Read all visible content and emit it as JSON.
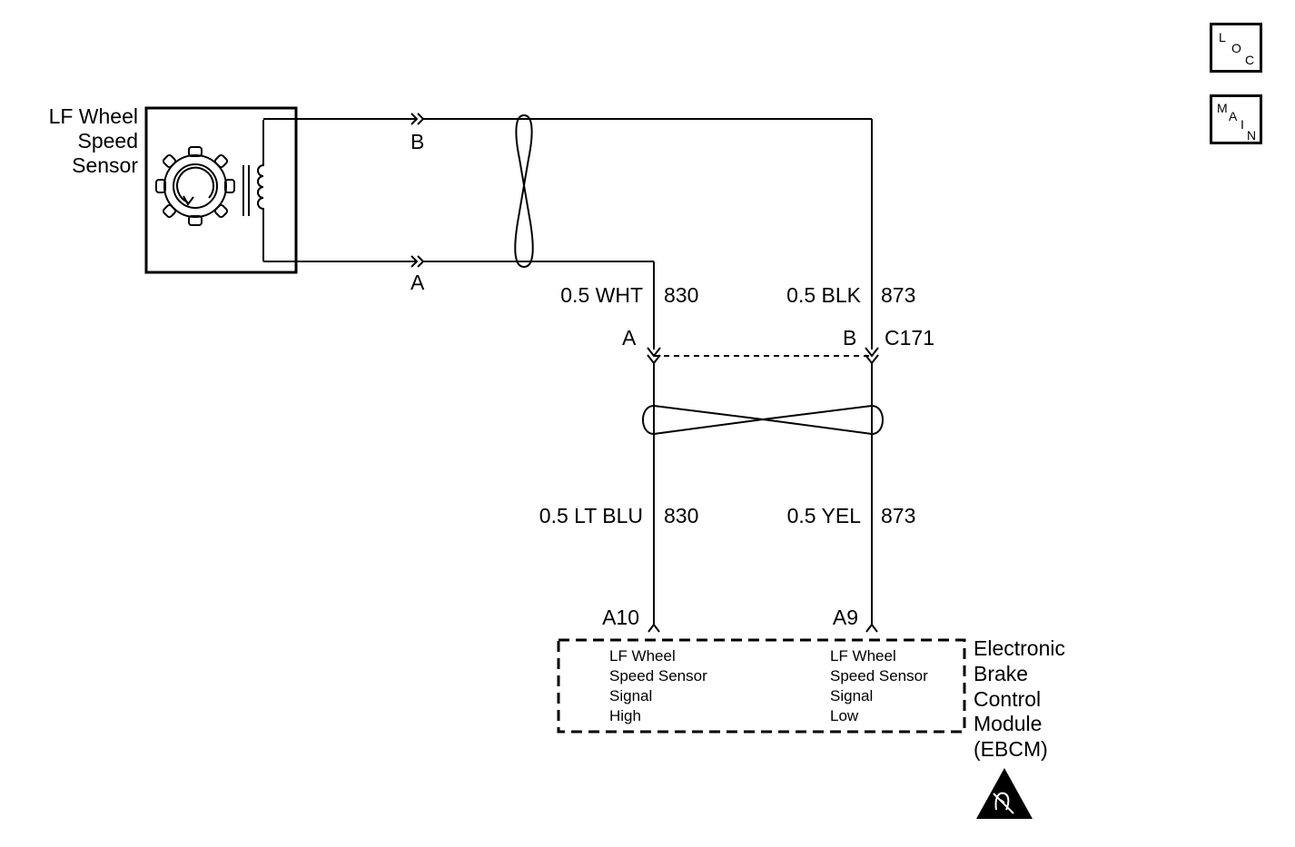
{
  "nav": {
    "loc": {
      "l1": "L",
      "l2": "O",
      "l3": "C"
    },
    "main": {
      "l1": "M",
      "l2": "A",
      "l3": "I",
      "l4": "N"
    }
  },
  "sensor": {
    "name_lines": [
      "LF Wheel",
      "Speed",
      "Sensor"
    ],
    "terminal_b": "B",
    "terminal_a": "A"
  },
  "wires": {
    "upper_left": {
      "gauge_color": "0.5 WHT",
      "circuit": "830"
    },
    "upper_right": {
      "gauge_color": "0.5 BLK",
      "circuit": "873"
    },
    "lower_left": {
      "gauge_color": "0.5 LT BLU",
      "circuit": "830"
    },
    "lower_right": {
      "gauge_color": "0.5 YEL",
      "circuit": "873"
    }
  },
  "connector": {
    "id": "C171",
    "pin_a": "A",
    "pin_b": "B"
  },
  "ebcm": {
    "pin_high": "A10",
    "pin_low": "A9",
    "signal_high_lines": [
      "LF Wheel",
      "Speed Sensor",
      "Signal",
      "High"
    ],
    "signal_low_lines": [
      "LF Wheel",
      "Speed Sensor",
      "Signal",
      "Low"
    ],
    "name_lines": [
      "Electronic",
      "Brake",
      "Control",
      "Module",
      "(EBCM)"
    ]
  },
  "esd_icon": "esd-warning-icon"
}
